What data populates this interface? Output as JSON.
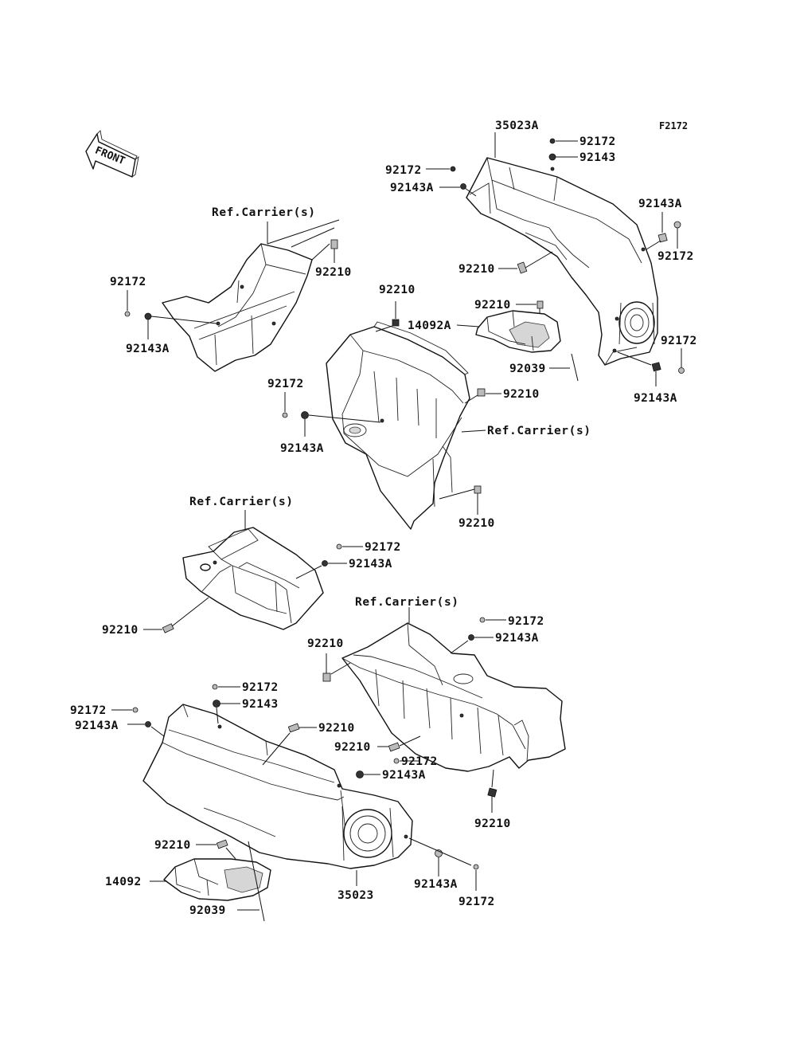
{
  "figure_code": "F2172",
  "front_arrow": "FRONT",
  "labels": {
    "p35023A": "35023A",
    "p92172_a": "92172",
    "p92143_a": "92143",
    "p92172_b": "92172",
    "p92143A_b": "92143A",
    "p92143A_c": "92143A",
    "p92172_c": "92172",
    "p92210_a": "92210",
    "p92210_b": "92210",
    "p14092A": "14092A",
    "p92039_a": "92039",
    "p92172_d": "92172",
    "p92143A_d": "92143A",
    "ref_carrier_1": "Ref.Carrier(s)",
    "p92210_c": "92210",
    "p92172_e": "92172",
    "p92143A_e": "92143A",
    "p92210_d": "92210",
    "p92172_f": "92172",
    "p92143A_f": "92143A",
    "ref_carrier_2": "Ref.Carrier(s)",
    "p92210_e": "92210",
    "ref_carrier_3": "Ref.Carrier(s)",
    "p92172_g": "92172",
    "p92143A_g": "92143A",
    "p92210_f": "92210",
    "ref_carrier_4": "Ref.Carrier(s)",
    "p92172_h": "92172",
    "p92143A_h": "92143A",
    "p92210_g": "92210",
    "p92172_i": "92172",
    "p92143_i": "92143",
    "p92172_j": "92172",
    "p92143A_j": "92143A",
    "p92210_h": "92210",
    "p92210_i": "92210",
    "p92172_k": "92172",
    "p92143A_k": "92143A",
    "p92210_j": "92210",
    "p92210_k": "92210",
    "p14092": "14092",
    "p92039_b": "92039",
    "p35023": "35023",
    "p92143A_l": "92143A",
    "p92172_l": "92172"
  }
}
